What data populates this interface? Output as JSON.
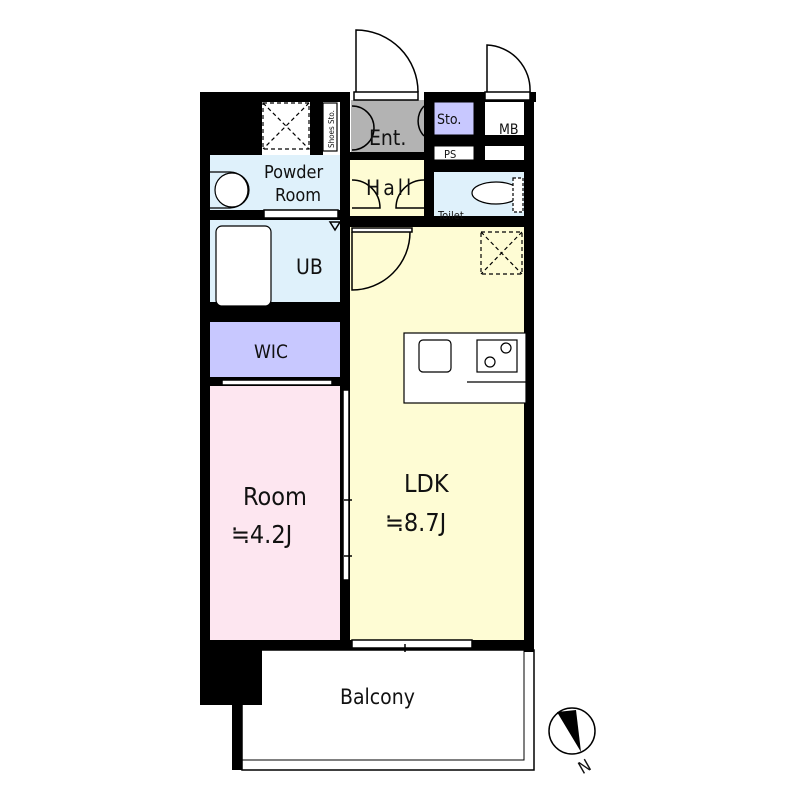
{
  "rooms": {
    "entrance": "Ent.",
    "shoes_storage": "Shoes Sto.",
    "storage": "Sto.",
    "meter_box": "MB",
    "pipe_space": "PS",
    "powder_room_line1": "Powder",
    "powder_room_line2": "Room",
    "hall": "Hall",
    "toilet": "Toilet",
    "unit_bath": "UB",
    "walk_in_closet": "WIC",
    "room": "Room",
    "room_size": "≒4.2J",
    "ldk": "LDK",
    "ldk_size": "≒8.7J",
    "balcony": "Balcony"
  },
  "compass": {
    "label": "N"
  },
  "colors": {
    "wall": "#000000",
    "wet_area": "#dff1fb",
    "storage": "#c8c8ff",
    "room": "#fde6f0",
    "ldk": "#fefcd4",
    "entrance": "#b3b3b3"
  }
}
